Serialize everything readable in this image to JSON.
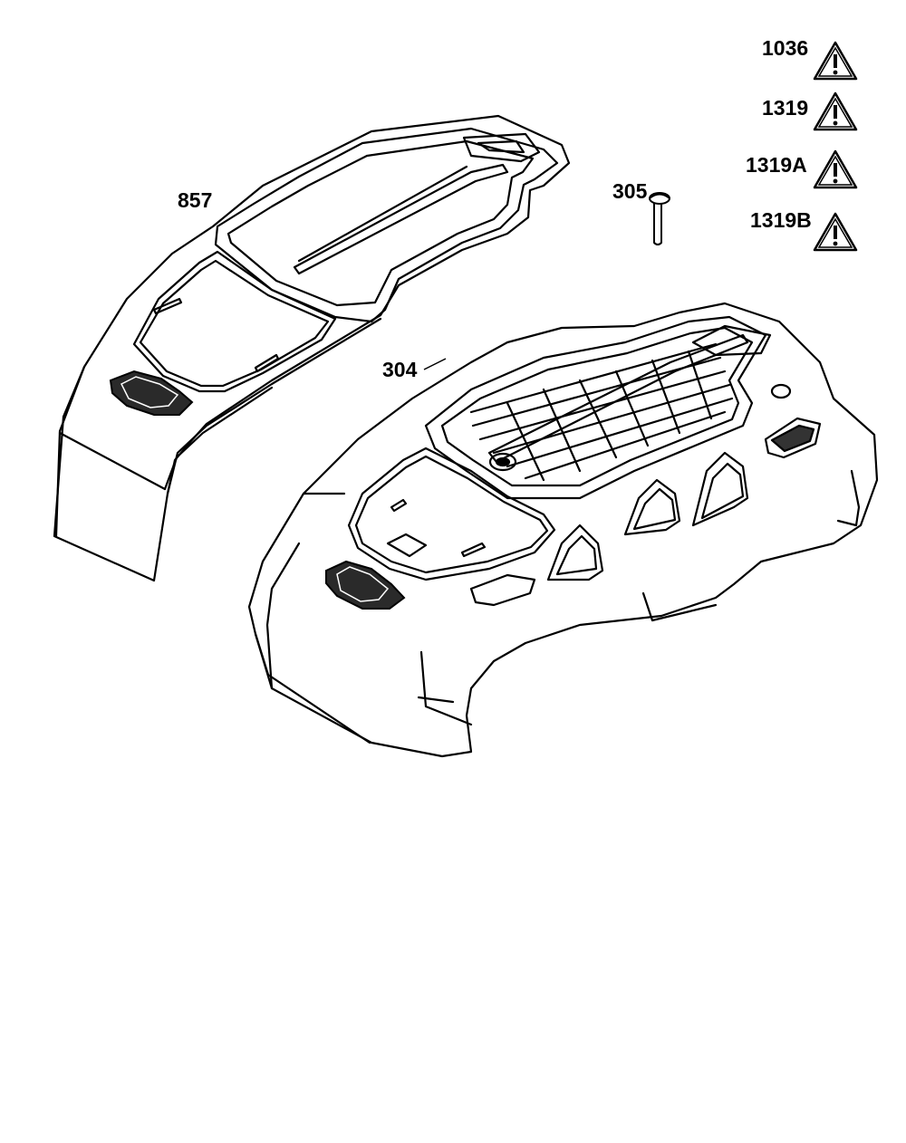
{
  "diagram": {
    "parts": [
      {
        "id": "p857",
        "label": "857",
        "description_icon": "shroud-top-cover"
      },
      {
        "id": "p305",
        "label": "305",
        "description_icon": "screw"
      },
      {
        "id": "p304",
        "label": "304",
        "description_icon": "blower-housing"
      }
    ],
    "warnings": [
      {
        "label": "1036",
        "icon": "warning-triangle-icon"
      },
      {
        "label": "1319",
        "icon": "warning-triangle-icon"
      },
      {
        "label": "1319A",
        "icon": "warning-triangle-icon"
      },
      {
        "label": "1319B",
        "icon": "warning-triangle-icon"
      }
    ],
    "colors": {
      "line": "#000000",
      "background": "#ffffff",
      "badge": "#2a2a2a"
    }
  }
}
